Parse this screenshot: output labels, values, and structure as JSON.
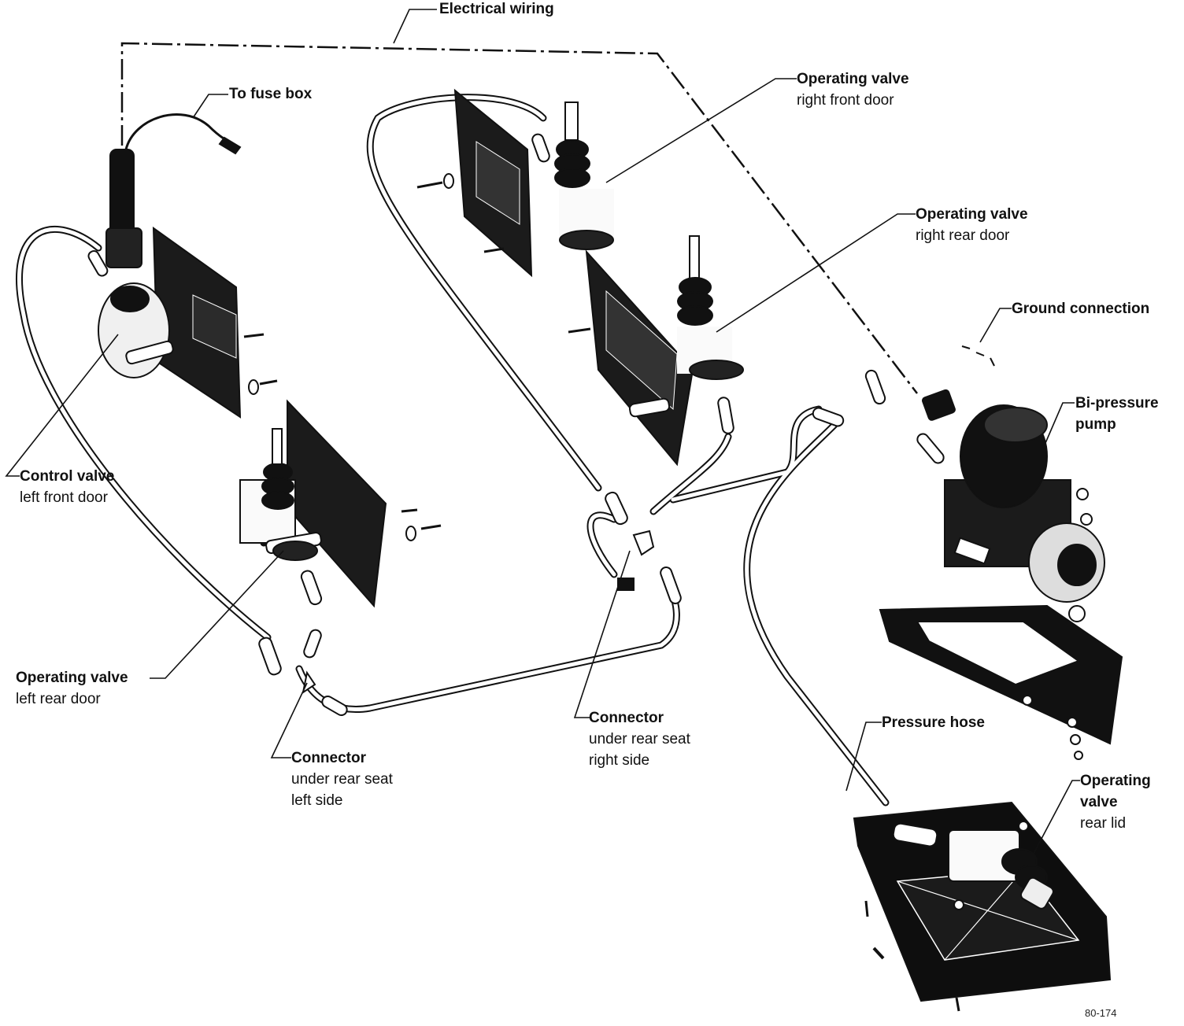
{
  "labels": {
    "electrical_wiring": "Electrical wiring",
    "to_fuse_box": "To fuse box",
    "valve_rf_1": "Operating valve",
    "valve_rf_2": "right front door",
    "valve_rr_1": "Operating valve",
    "valve_rr_2": "right rear door",
    "ground": "Ground connection",
    "pump_1": "Bi-pressure",
    "pump_2": "pump",
    "control_1": "Control valve",
    "control_2": "left front door",
    "valve_lr_1": "Operating valve",
    "valve_lr_2": "left rear door",
    "conn_left_1": "Connector",
    "conn_left_2": "under rear seat",
    "conn_left_3": "left side",
    "conn_right_1": "Connector",
    "conn_right_2": "under rear seat",
    "conn_right_3": "right side",
    "pressure_hose": "Pressure hose",
    "valve_lid_1": "Operating",
    "valve_lid_2": "valve",
    "valve_lid_3": "rear lid"
  },
  "figure_code": "80-174"
}
